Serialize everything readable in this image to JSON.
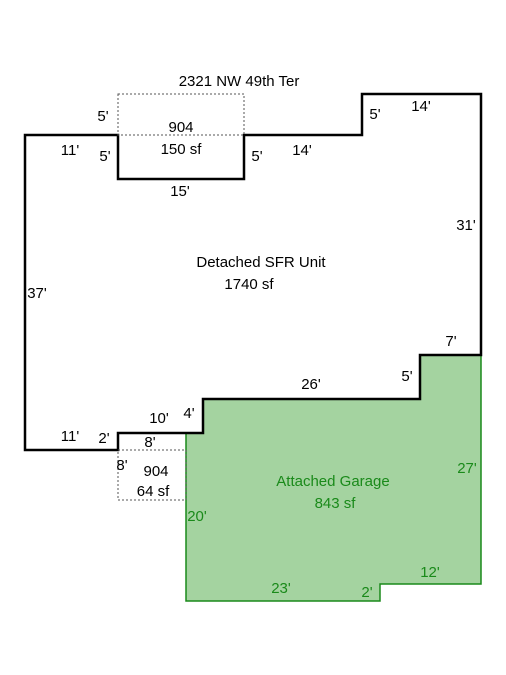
{
  "address": "2321 NW 49th Ter",
  "colors": {
    "outline": "#000000",
    "garage_fill": "#a4d3a0",
    "garage_line": "#1a8a1a",
    "garage_text": "#1a8a1a"
  },
  "areas": {
    "main": {
      "name": "Detached SFR Unit",
      "area": "1740 sf"
    },
    "garage": {
      "name": "Attached Garage",
      "area": "843 sf"
    },
    "bump_top": {
      "code": "904",
      "area": "150 sf"
    },
    "bump_bottom": {
      "code": "904",
      "area": "64 sf"
    }
  },
  "dims": {
    "top_left_5": "5'",
    "top_left_11": "11'",
    "bump_top_left_5": "5'",
    "bump_top_right_5": "5'",
    "bump_top_bottom_15": "15'",
    "top_14_lower": "14'",
    "step_5": "5'",
    "top_14_upper": "14'",
    "right_31": "31'",
    "left_37": "37'",
    "right_7": "7'",
    "mid_5": "5'",
    "mid_26": "26'",
    "mid_4": "4'",
    "mid_10": "10'",
    "bottom_left_11": "11'",
    "bottom_2": "2'",
    "bottom_8_top": "8'",
    "bottom_8_left": "8'",
    "garage_27": "27'",
    "garage_20": "20'",
    "garage_12": "12'",
    "garage_23": "23'",
    "garage_2": "2'"
  }
}
